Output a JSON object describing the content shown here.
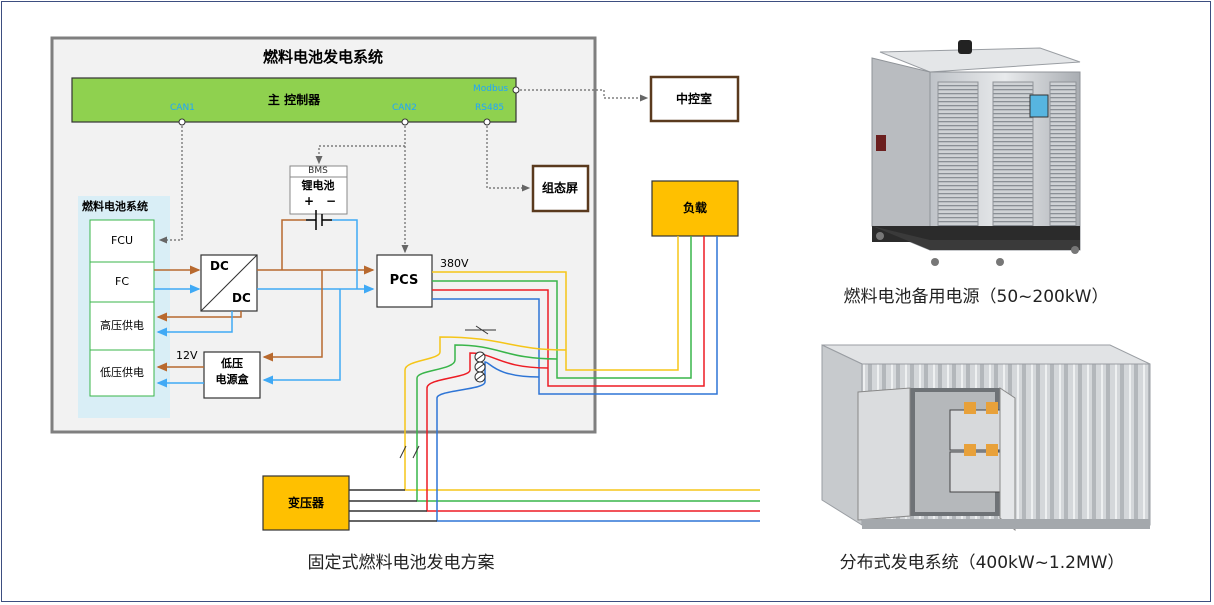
{
  "system_title": "燃料电池发电系统",
  "main_controller": "主 控制器",
  "ports": {
    "can1": "CAN1",
    "can2": "CAN2",
    "modbus": "Modbus",
    "rs485": "RS485"
  },
  "central_control_room": "中控室",
  "config_screen": "组态屏",
  "bms": "BMS",
  "lithium_battery": "锂电池",
  "battery_plus": "+",
  "battery_minus": "−",
  "fuel_cell_subsystem": {
    "title": "燃料电池系统",
    "items": [
      "FCU",
      "FC",
      "高压供电",
      "低压供电"
    ]
  },
  "dcdc": {
    "in": "DC",
    "out": "DC"
  },
  "pcs": "PCS",
  "voltage_380": "380V",
  "voltage_12": "12V",
  "lv_power_box": {
    "line1": "低压",
    "line2": "电源盒"
  },
  "load": "负载",
  "transformer": "变压器",
  "caption_left": "固定式燃料电池发电方案",
  "caption_right_top": "燃料电池备用电源（50~200kW）",
  "caption_right_bottom": "分布式发电系统（400kW~1.2MW）",
  "colors": {
    "controller_green": "#8fd14f",
    "amber": "#ffc000",
    "fuel_cell_panel": "#d9eef6",
    "line_brown": "#b8692e",
    "line_blue": "#3fa9f5",
    "line_yellow": "#f5c518",
    "line_green": "#39b54a",
    "line_red": "#ed1c24",
    "line_darkblue": "#2e75d6"
  }
}
